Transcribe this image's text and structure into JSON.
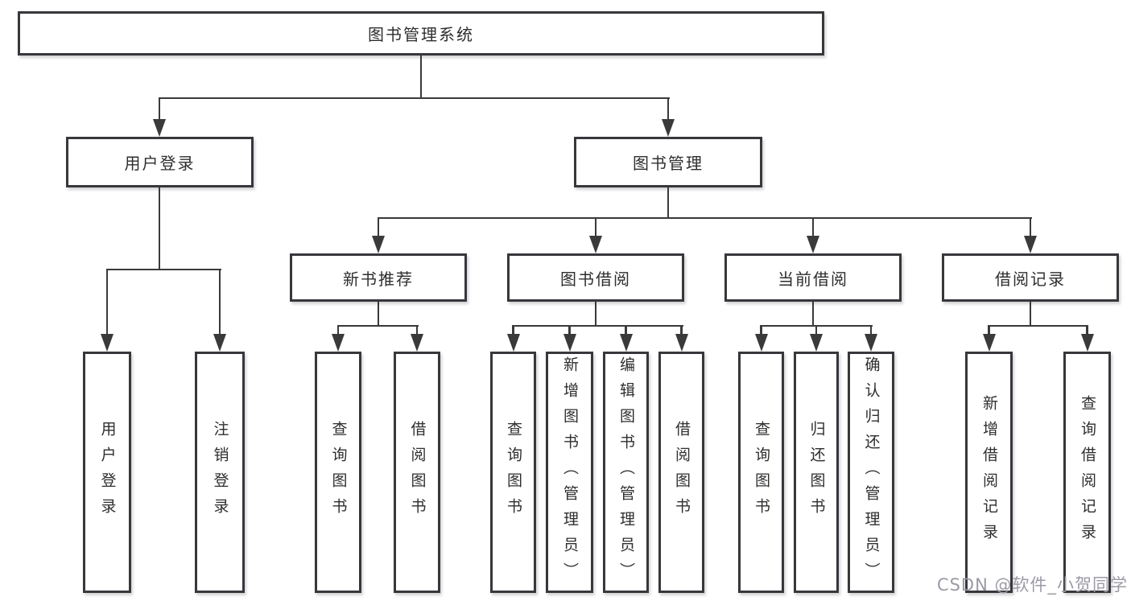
{
  "title": "图书管理系统",
  "level2": {
    "user_login": "用户登录",
    "book_management": "图书管理"
  },
  "level3": {
    "new_book_recommend": "新书推荐",
    "book_borrowing": "图书借阅",
    "current_borrowing": "当前借阅",
    "borrowing_records": "借阅记录"
  },
  "leaves": {
    "user_login": [
      "用户登录",
      "注销登录"
    ],
    "new_book_recommend": [
      "查询图书",
      "借阅图书"
    ],
    "book_borrowing": [
      "查询图书",
      "新增图书（管理员）",
      "编辑图书（管理员）",
      "借阅图书"
    ],
    "current_borrowing": [
      "查询图书",
      "归还图书",
      "确认归还（管理员）"
    ],
    "borrowing_records": [
      "新增借阅记录",
      "查询借阅记录"
    ]
  },
  "watermark": "CSDN @软件_小贺同学",
  "colors": {
    "line": "#3a3a3a",
    "box_border": "#37373c",
    "text": "#2e2e2e",
    "background": "#ffffff",
    "watermark": "#9b9ba6"
  }
}
